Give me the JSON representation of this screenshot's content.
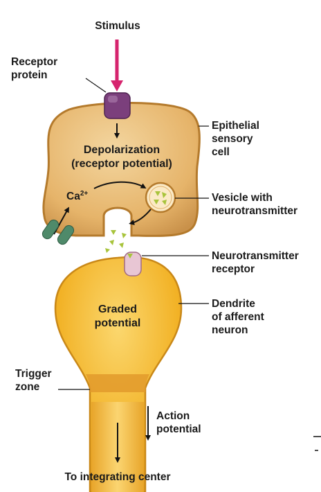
{
  "labels": {
    "stimulus": "Stimulus",
    "receptor_protein": [
      "Receptor",
      "protein"
    ],
    "epithelial_cell": [
      "Epithelial",
      "sensory",
      "cell"
    ],
    "depolarization": [
      "Depolarization",
      "(receptor potential)"
    ],
    "calcium_base": "Ca",
    "calcium_charge": "2+",
    "vesicle": [
      "Vesicle with",
      "neurotransmitter"
    ],
    "nt_receptor": [
      "Neurotransmitter",
      "receptor"
    ],
    "dendrite": [
      "Dendrite",
      "of afferent",
      "neuron"
    ],
    "graded_potential": [
      "Graded",
      "potential"
    ],
    "trigger_zone": [
      "Trigger",
      "zone"
    ],
    "action_potential": [
      "Action",
      "potential"
    ],
    "integrating_center": "To integrating center"
  },
  "colors": {
    "cell_fill": "#e9b96e",
    "cell_stroke": "#b47a2c",
    "neuron_fill": "#f4b227",
    "trigger_zone": "#e29a2c",
    "stimulus_arrow": "#d6246e",
    "receptor_protein": "#7b3f7c",
    "channel": "#4f8a6a",
    "nt_receptor": "#e8c6d4",
    "neurotransmitter": "#a8c43c"
  }
}
